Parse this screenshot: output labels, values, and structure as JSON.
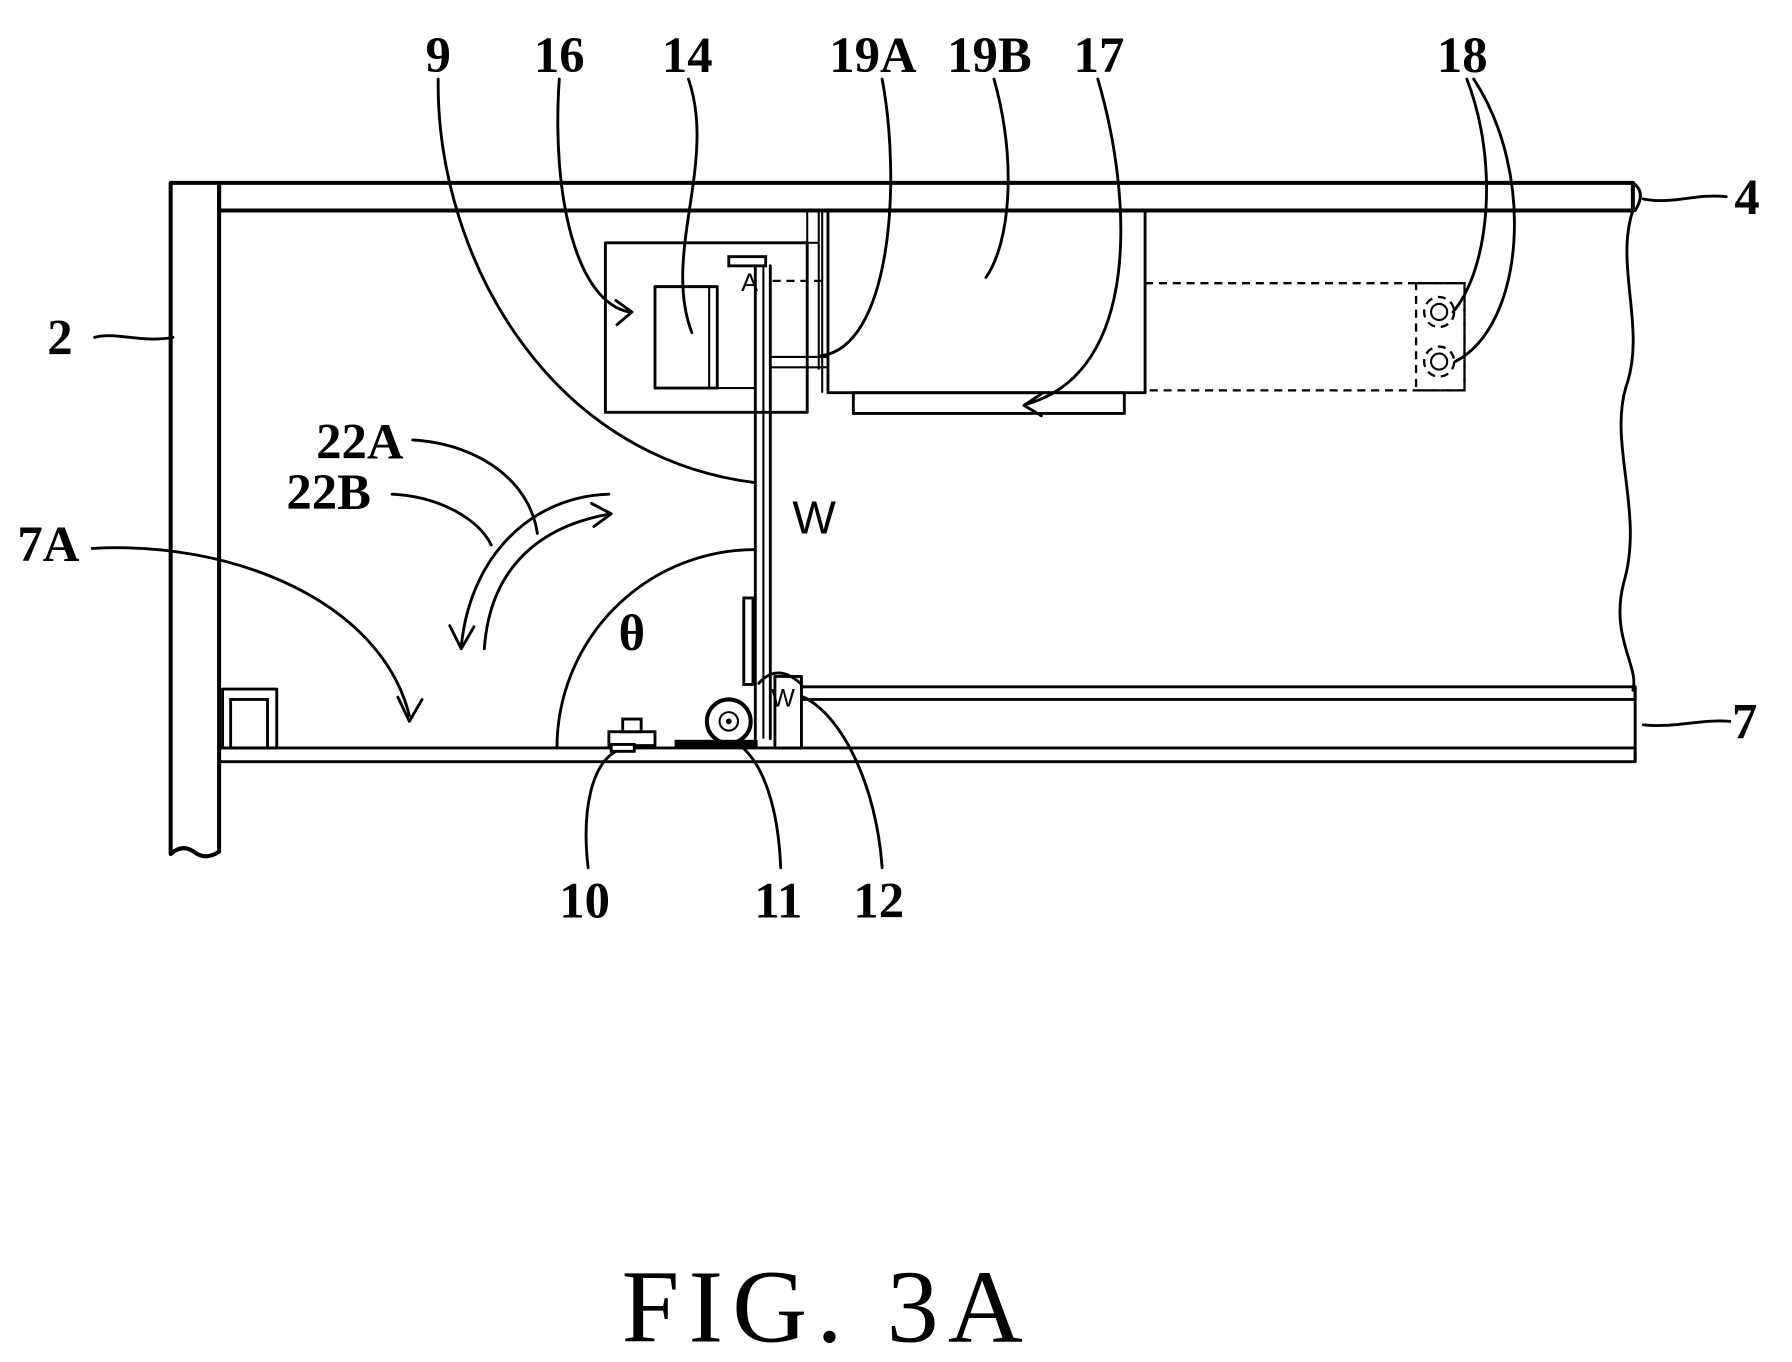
{
  "figure": {
    "title": "FIG. 3A"
  },
  "labels": {
    "ref_2": "2",
    "ref_4": "4",
    "ref_7": "7",
    "ref_7A": "7A",
    "ref_9": "9",
    "ref_10": "10",
    "ref_11": "11",
    "ref_12": "12",
    "ref_14": "14",
    "ref_16": "16",
    "ref_17": "17",
    "ref_18": "18",
    "ref_19A": "19A",
    "ref_19B": "19B",
    "ref_22A": "22A",
    "ref_22B": "22B",
    "ref_W": "W",
    "ref_W_small": "W",
    "ref_theta": "θ",
    "ref_A": "A"
  },
  "colors": {
    "ink": "#000000",
    "paper": "#ffffff"
  }
}
